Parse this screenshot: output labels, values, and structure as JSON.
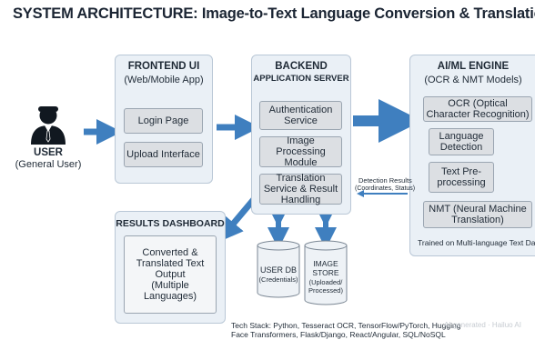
{
  "title": "SYSTEM ARCHITECTURE: Image-to-Text Language Conversion & Translation System",
  "user": {
    "label": "USER",
    "sublabel": "(General User)"
  },
  "frontend": {
    "title": "FRONTEND UI",
    "subtitle": "(Web/Mobile App)",
    "items": [
      "Login Page",
      "Upload Interface"
    ]
  },
  "backend": {
    "title": "BACKEND",
    "subtitle": "APPLICATION SERVER",
    "items": [
      "Authentication Service",
      "Image Processing Module",
      "Translation Service & Result Handling"
    ]
  },
  "ai": {
    "title": "AI/ML ENGINE",
    "subtitle": "(OCR & NMT Models)",
    "items": [
      "OCR (Optical Character Recognition)",
      "Language Detection",
      "Text Pre-processing",
      "NMT (Neural Machine Translation)"
    ],
    "footer": "Trained on Multi-language Text Data"
  },
  "detection": {
    "line1": "Detection Results",
    "line2": "(Coordinates, Status)"
  },
  "results": {
    "title": "RESULTS DASHBOARD",
    "body": [
      "Converted &",
      "Translated Text",
      "Output",
      "(Multiple Languages)"
    ]
  },
  "userdb": {
    "label": "USER DB",
    "sublabel": "(Credentials)"
  },
  "imagestore": {
    "label": "IMAGE STORE",
    "sublabel": "(Uploaded/ Processed)"
  },
  "techstack": {
    "line1": "Tech Stack: Python, Tesseract OCR, TensorFlow/PyTorch, Hugging",
    "line2": "Face Transformers, Flask/Django, React/Angular, SQL/NoSQL"
  },
  "watermark": "AI generated · Hailuo AI",
  "colors": {
    "panel_fill": "#eaf0f6",
    "panel_border": "#b9c7d6",
    "box_fill": "#dcdfe3",
    "arrow": "#3f7fbf",
    "user_icon": "#111820"
  }
}
